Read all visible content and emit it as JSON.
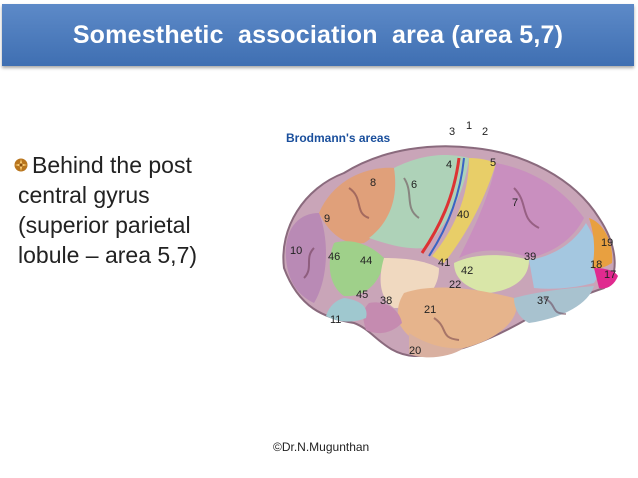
{
  "slide": {
    "title": "Somesthetic  association  area (area 5,7)",
    "bullet": {
      "lines": [
        "Behind the post",
        "central gyrus",
        "(superior parietal",
        "lobule – area 5,7)"
      ]
    },
    "figure": {
      "heading": "Brodmann's areas",
      "labels": [
        "3",
        "1",
        "2",
        "4",
        "5",
        "8",
        "6",
        "7",
        "9",
        "40",
        "10",
        "46",
        "44",
        "41",
        "42",
        "39",
        "19",
        "18",
        "17",
        "22",
        "45",
        "38",
        "21",
        "37",
        "11",
        "20"
      ]
    },
    "footer": "©Dr.N.Mugunthan"
  }
}
